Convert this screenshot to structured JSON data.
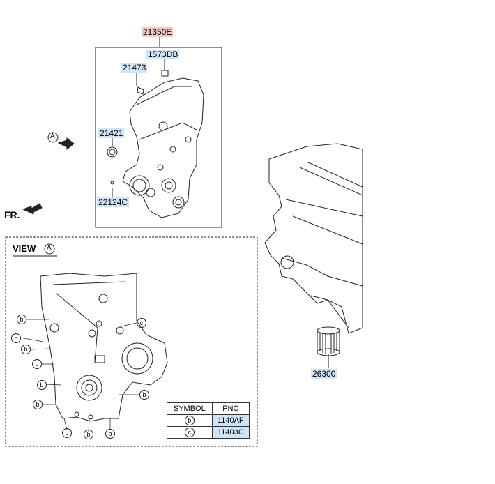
{
  "callouts": {
    "cover_assembly": "21350E",
    "bolt_top": "1573DB",
    "plug": "21473",
    "seal": "21421",
    "dowel": "22124C",
    "oil_filter": "26300"
  },
  "markers": {
    "view_arrow_letter": "A",
    "front_label": "FR.",
    "view_title": "VIEW",
    "view_letter": "A",
    "b": "b",
    "c": "c"
  },
  "table": {
    "header_symbol": "SYMBOL",
    "header_pnc": "PNC",
    "rows": [
      {
        "symbol": "b",
        "pnc": "1140AF"
      },
      {
        "symbol": "c",
        "pnc": "11403C"
      }
    ]
  },
  "colors": {
    "callout_blue": "#cfe4f7",
    "callout_red": "#f6c9c6",
    "line": "#222222"
  }
}
